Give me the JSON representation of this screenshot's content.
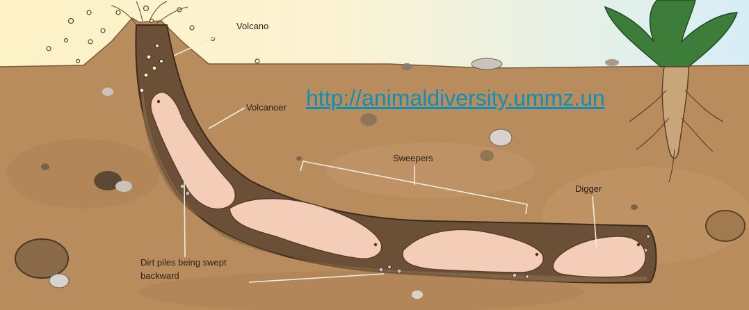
{
  "diagram": {
    "labels": {
      "volcano": "Volcano",
      "volcanoer": "Volcanoer",
      "sweepers": "Sweepers",
      "digger": "Digger",
      "dirt_piles": "Dirt piles being swept backward"
    },
    "link": {
      "text": "http://animaldiversity.ummz.un"
    }
  },
  "colors": {
    "sky_left": "#fdf1c6",
    "sky_right": "#d7eef6",
    "soil": "#b98c5e",
    "soil_dark": "#a67a4e",
    "tunnel": "#6b5037",
    "rat_body": "#f4cdb8",
    "plant_leaf": "#3d7d3a",
    "link": "#0c8fb8"
  }
}
